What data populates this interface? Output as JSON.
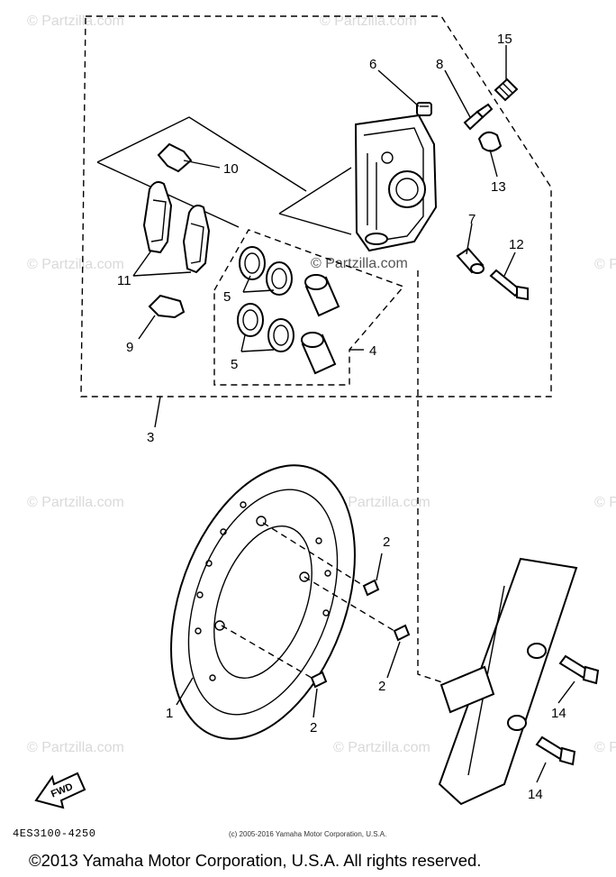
{
  "watermark": "© Partzilla.com",
  "callouts": {
    "c1": "1",
    "c2a": "2",
    "c2b": "2",
    "c2c": "2",
    "c3": "3",
    "c4": "4",
    "c5a": "5",
    "c5b": "5",
    "c6": "6",
    "c7": "7",
    "c8": "8",
    "c9": "9",
    "c10": "10",
    "c11": "11",
    "c12": "12",
    "c13": "13",
    "c14a": "14",
    "c14b": "14",
    "c15": "15"
  },
  "fwd_label": "FWD",
  "doc_code": "4ES3100-4250",
  "small_copyright": "(c) 2005-2016 Yamaha Motor Corporation, U.S.A.",
  "copyright": "©2013 Yamaha Motor Corporation, U.S.A. All rights reserved."
}
